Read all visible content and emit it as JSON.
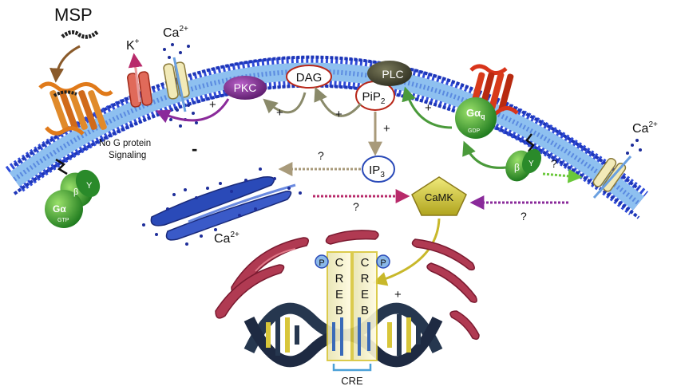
{
  "labels": {
    "msp": "MSP",
    "k": "K",
    "k_sup": "+",
    "ca": "Ca",
    "ca_sup": "2+",
    "pkc": "PKC",
    "dag": "DAG",
    "plc": "PLC",
    "pip": "PiP",
    "pip_sub": "2",
    "ip": "IP",
    "ip_sub": "3",
    "camk": "CaMK",
    "no_g_line1": "No G protein",
    "no_g_line2": "Signaling",
    "galpha_q": "Gα",
    "galpha_sub": "q",
    "gdp": "GDP",
    "gtp": "GTP",
    "beta": "β",
    "gamma": "Y",
    "creb": [
      "C",
      "R",
      "E",
      "B"
    ],
    "phospho": "P",
    "cre": "CRE",
    "plus": "+",
    "minus": "-",
    "question": "?"
  },
  "colors": {
    "membrane_blue": "#2f4bd8",
    "membrane_light": "#7fb4ea",
    "pkc_purple": "#7a2a8c",
    "plc_dark": "#4a4a38",
    "camk_yellow": "#d6cc3a",
    "g_green": "#3aa33a",
    "receptor_orange": "#e07a1a",
    "receptor_red": "#d8341a",
    "er_blue": "#2a4ab8",
    "mito_red": "#b03a52",
    "dna_dark": "#26374f",
    "dna_yellow": "#d8c63a"
  }
}
